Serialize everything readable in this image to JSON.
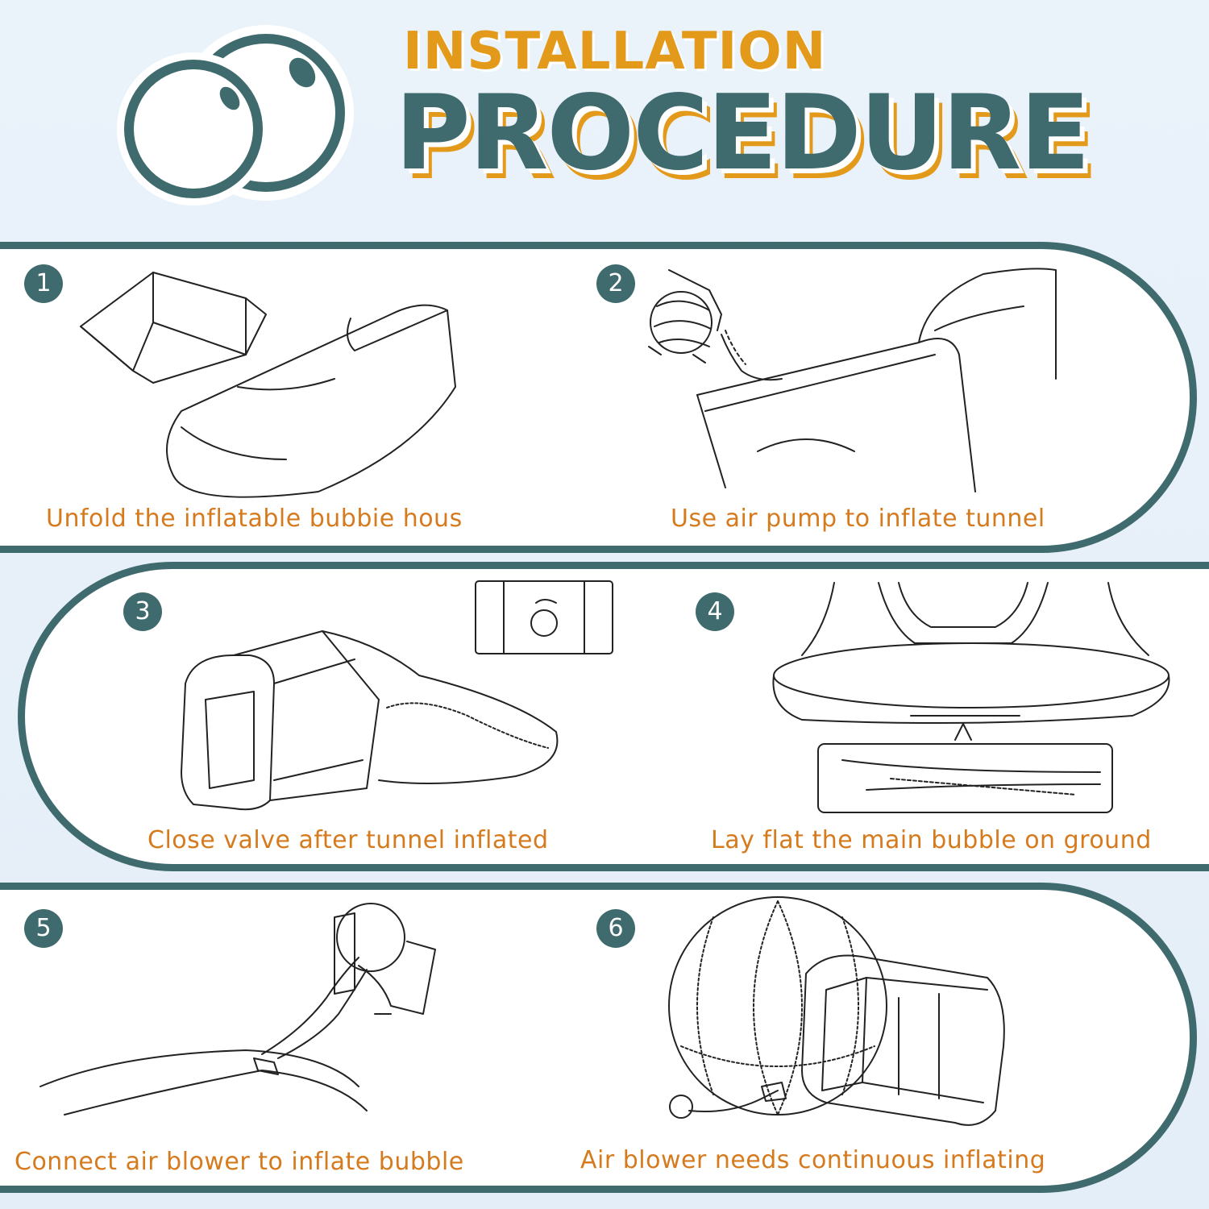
{
  "header": {
    "title_top": "INSTALLATION",
    "title_main": "PROCEDURE",
    "colors": {
      "accent_orange": "#e39a1a",
      "teal": "#3f6b6e",
      "caption": "#d67a1e"
    },
    "logo_icon": "bubble-circles-icon"
  },
  "steps": [
    {
      "number": "1",
      "caption": "Unfold the inflatable bubbie hous",
      "icon": "box-and-folded-bubble-icon"
    },
    {
      "number": "2",
      "caption": "Use air pump to inflate tunnel",
      "icon": "air-pump-tunnel-icon"
    },
    {
      "number": "3",
      "caption": "Close valve after tunnel inflated",
      "icon": "tunnel-valve-icon"
    },
    {
      "number": "4",
      "caption": "Lay flat the main bubble on ground",
      "icon": "flat-bubble-zipper-icon"
    },
    {
      "number": "5",
      "caption": "Connect air blower to inflate bubble",
      "icon": "blower-connect-icon"
    },
    {
      "number": "6",
      "caption": "Air blower needs continuous inflating",
      "icon": "inflated-bubble-tunnel-icon"
    }
  ]
}
